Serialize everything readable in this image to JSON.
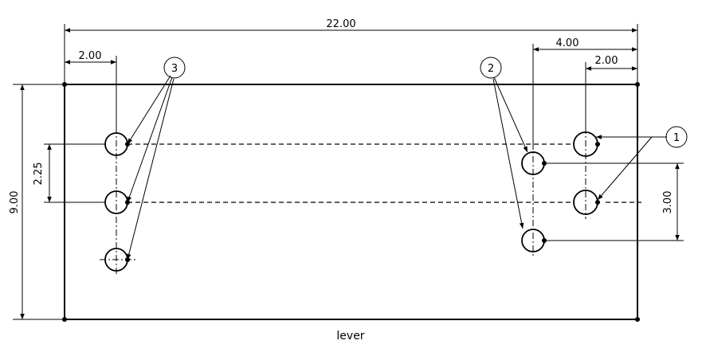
{
  "drawing": {
    "caption": "lever",
    "dimensions": {
      "overall_width": "22.00",
      "left_hole_offset": "2.00",
      "right_group_offset": "4.00",
      "right_hole_offset": "2.00",
      "overall_height": "9.00",
      "left_hole_spacing": "2.25",
      "right_hole_spacing": "3.00"
    },
    "balloons": {
      "one": "1",
      "two": "2",
      "three": "3"
    }
  }
}
